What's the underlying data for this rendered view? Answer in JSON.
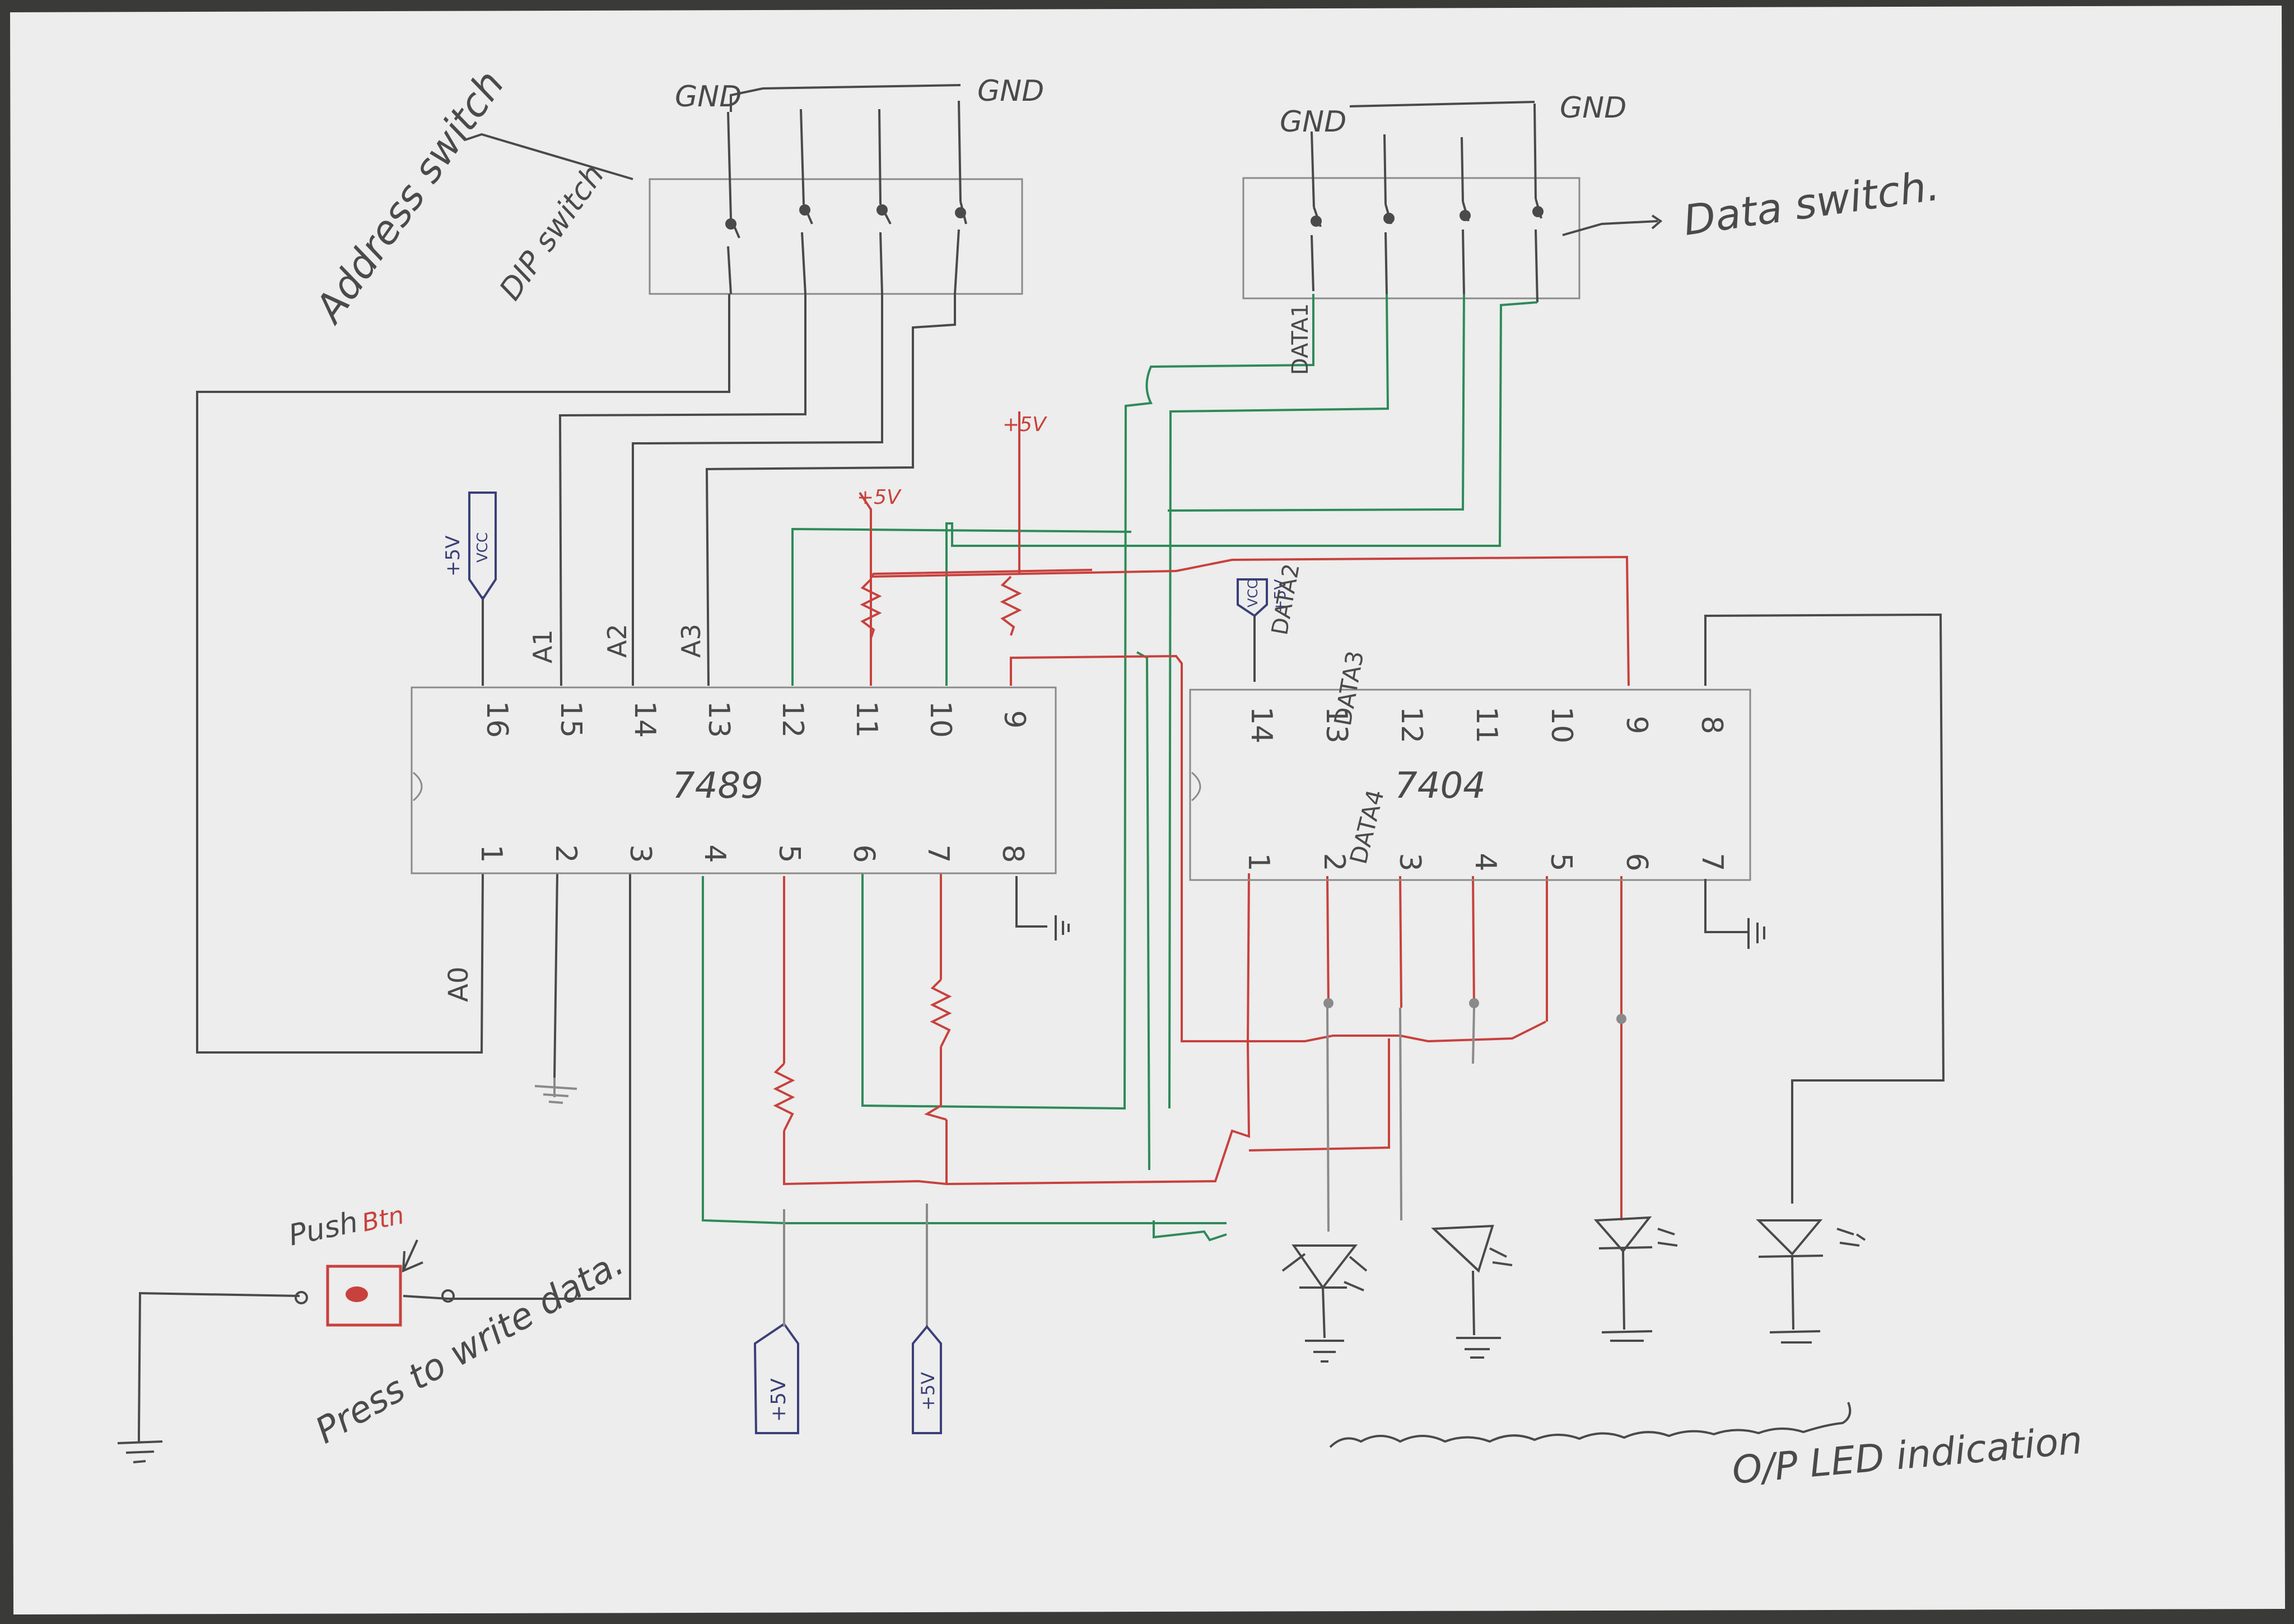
{
  "colors": {
    "paper": "#ecedec",
    "pencil": "#4a4a4a",
    "red": "#c8413e",
    "green": "#2f8a5a",
    "blue": "#3b3f78",
    "background": "#3a3a38"
  },
  "labels": {
    "gnd_addr_left": "GND",
    "gnd_addr_right": "GND",
    "gnd_data_left": "GND",
    "gnd_data_right": "GND",
    "address_switch": "Address switch",
    "dip_switch": "DIP switch",
    "data_switch": "Data switch.",
    "data1": "DATA1",
    "data2": "DATA2",
    "data3": "DATA3",
    "data4": "DATA4",
    "a0": "A0",
    "a1": "A1",
    "a2": "A2",
    "a3": "A3",
    "vcc": "VCC",
    "plus5v": "+5V",
    "chip1": "7489",
    "chip2": "7404",
    "push": "Push",
    "btn": "Btn",
    "press_to_write": "Press to write data.",
    "led_indication": "O/P LED indication"
  },
  "chip1_top_pins": [
    "16",
    "15",
    "14",
    "13",
    "12",
    "11",
    "10",
    "9"
  ],
  "chip1_bottom_pins": [
    "1",
    "2",
    "3",
    "4",
    "5",
    "6",
    "7",
    "8"
  ],
  "chip2_top_pins": [
    "14",
    "13",
    "12",
    "11",
    "10",
    "9",
    "8"
  ],
  "chip2_bottom_pins": [
    "1",
    "2",
    "3",
    "4",
    "5",
    "6",
    "7"
  ]
}
